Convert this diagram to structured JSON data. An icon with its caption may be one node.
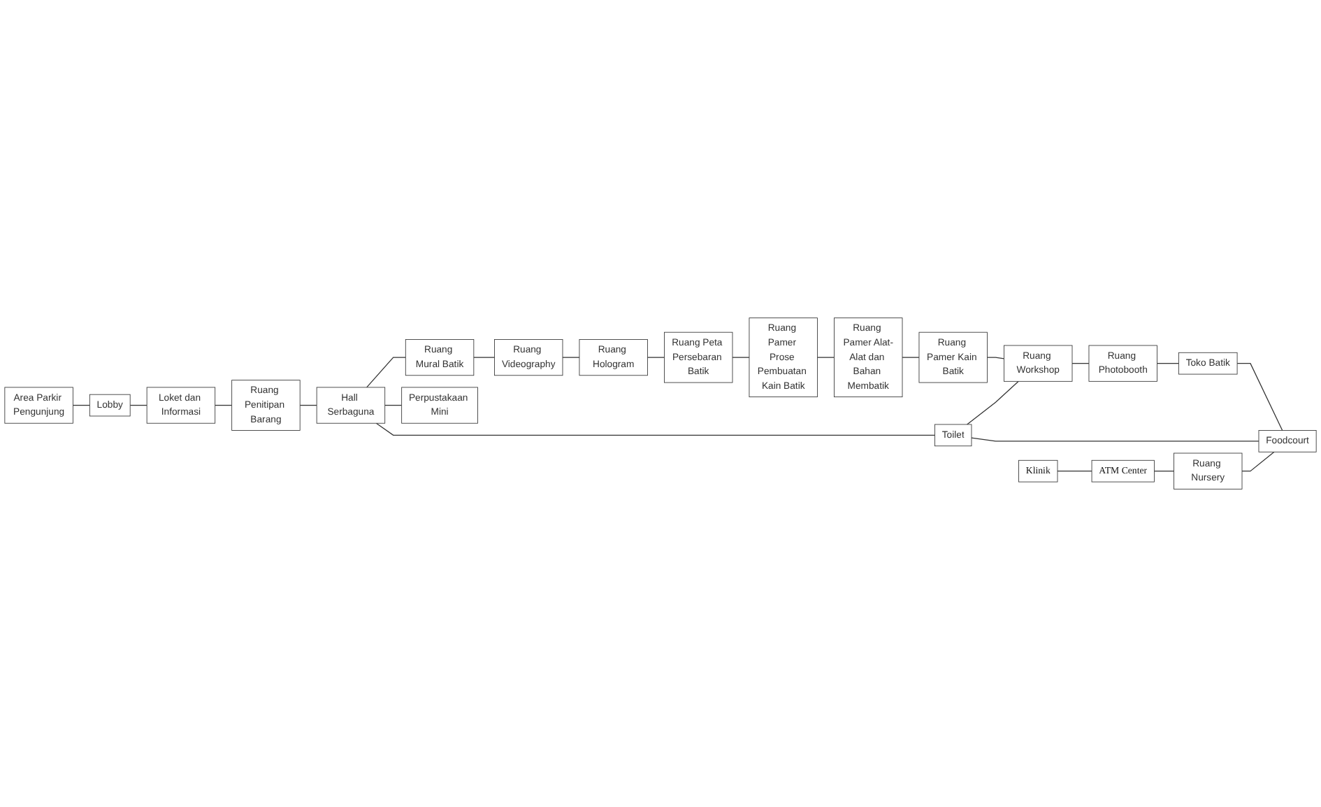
{
  "diagram": {
    "nodes": [
      {
        "text": [
          "Area Parkir Pengunjung"
        ]
      },
      {
        "text": [
          "Lobby"
        ]
      },
      {
        "text": [
          "Loket dan Informasi"
        ]
      },
      {
        "text": [
          "Ruang Penitipan Barang"
        ]
      },
      {
        "text": [
          "Ruang Hologram"
        ]
      },
      {
        "text": [
          "Ruang Peta Persebaran Batik"
        ]
      },
      {
        "text": [
          "Ruang Pamer Prose Pembuatan Kain Batik"
        ]
      },
      {
        "text": [
          "Ruang Videography"
        ]
      },
      {
        "text": [
          "Ruang Mural Batik"
        ]
      },
      {
        "text": [
          "Hall Serbaguna"
        ]
      },
      {
        "text": [
          "Toilet"
        ]
      },
      {
        "text": [
          "Perpustakaan Mini"
        ]
      },
      {
        "text": [
          "Ruang Pamer Alat-Alat dan Bahan Membatik"
        ]
      },
      {
        "text": [
          "Ruang Pamer Kain Batik"
        ]
      },
      {
        "text": [
          "Ruang Workshop"
        ]
      },
      {
        "text": [
          "Ruang Photobooth"
        ]
      },
      {
        "text": [
          "Klinik"
        ]
      },
      {
        "text": [
          "Toko Batik"
        ]
      },
      {
        "text": [
          "ATM Center"
        ]
      },
      {
        "text": [
          "Ruang Nursery"
        ]
      },
      {
        "text": [
          "Foodcourt"
        ]
      }
    ],
    "edges": [
      {
        "from": 0,
        "to": 1,
        "arrow": "none"
      },
      {
        "from": 1,
        "to": 2,
        "arrow": "none"
      },
      {
        "from": 2,
        "to": 3,
        "arrow": "none"
      },
      {
        "from": 3,
        "to": 9,
        "arrow": "none"
      },
      {
        "from": 9,
        "to": 8,
        "arrow": "none"
      },
      {
        "from": 8,
        "to": 7,
        "arrow": "none"
      },
      {
        "from": 7,
        "to": 4,
        "arrow": "none"
      },
      {
        "from": 4,
        "to": 5,
        "arrow": "none"
      },
      {
        "from": 5,
        "to": 6,
        "arrow": "none"
      },
      {
        "from": 6,
        "to": 12,
        "arrow": "none"
      },
      {
        "from": 12,
        "to": 13,
        "arrow": "none"
      },
      {
        "from": 13,
        "to": 14,
        "arrow": "none"
      },
      {
        "from": 14,
        "to": 15,
        "arrow": "none"
      },
      {
        "from": 15,
        "to": 17,
        "arrow": "none"
      },
      {
        "from": 17,
        "to": 20,
        "arrow": "none"
      },
      {
        "from": 9,
        "to": 11,
        "arrow": "none"
      },
      {
        "from": 9,
        "to": 10,
        "arrow": "none"
      },
      {
        "from": 10,
        "to": 14,
        "arrow": "none"
      },
      {
        "from": 10,
        "to": 20,
        "arrow": "none"
      },
      {
        "from": 16,
        "to": 18,
        "arrow": "none"
      },
      {
        "from": 18,
        "to": 19,
        "arrow": "none"
      },
      {
        "from": 19,
        "to": 20,
        "arrow": "none"
      }
    ]
  }
}
